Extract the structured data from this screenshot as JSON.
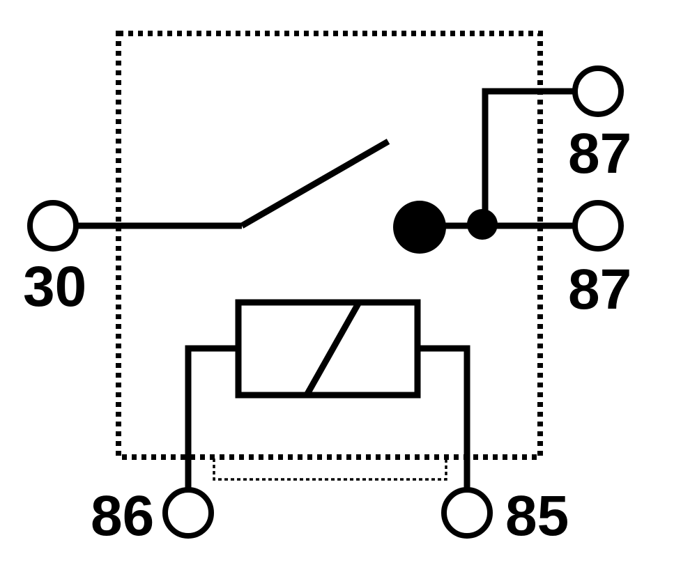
{
  "terminals": {
    "t30": "30",
    "t87_top": "87",
    "t87_bottom": "87",
    "t86": "86",
    "t85": "85"
  },
  "colors": {
    "ink": "#000000",
    "background": "#ffffff"
  }
}
